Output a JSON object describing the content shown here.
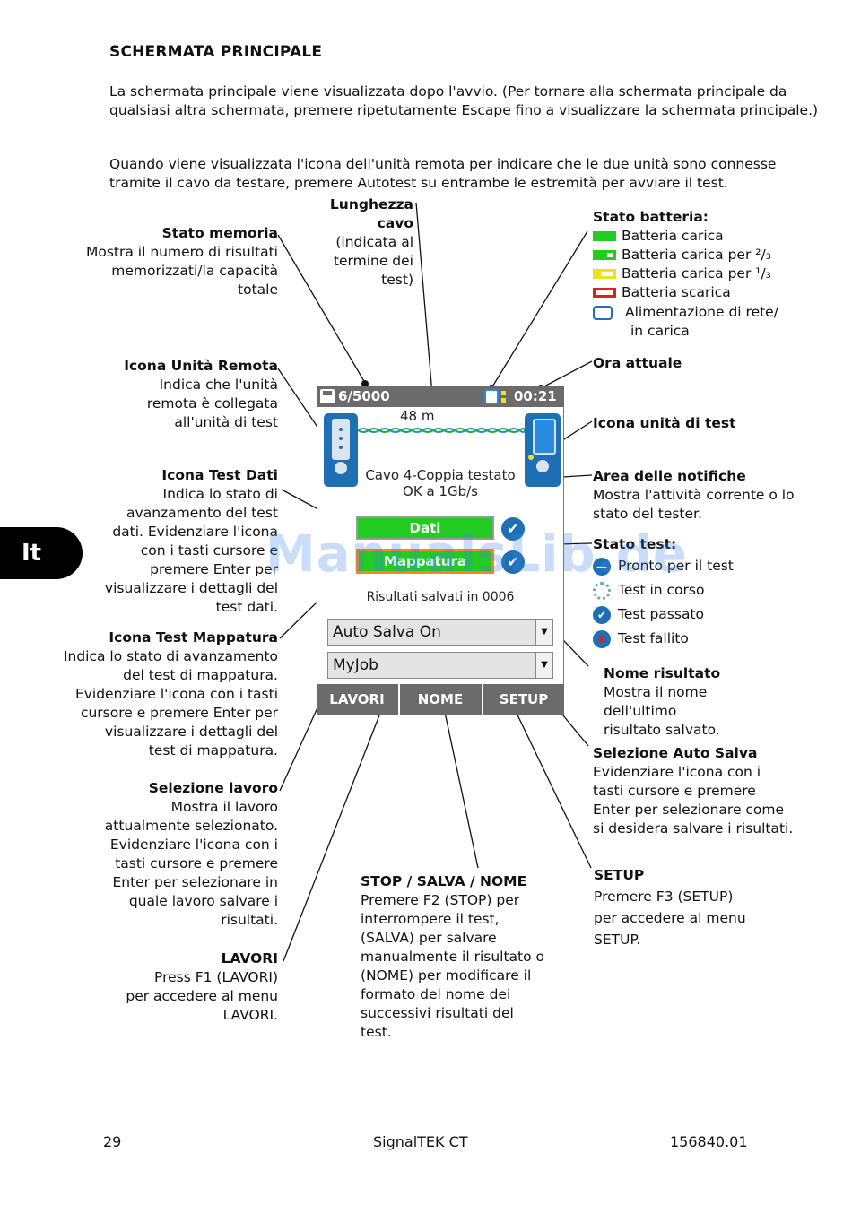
{
  "title": "SCHERMATA PRINCIPALE",
  "para1": "La schermata principale viene visualizzata dopo l'avvio. (Per tornare alla schermata principale da qualsiasi altra schermata, premere ripetutamente Escape fino a visualizzare la schermata principale.)",
  "para2": "Quando viene visualizzata l'icona dell'unità remota per indicare che le due unità sono connesse tramite il cavo da testare, premere Autotest su entrambe le estremità per avviare il test.",
  "lang_tab": "It",
  "watermark": "ManualsLib.de",
  "callouts_left": {
    "stato_memoria": {
      "heading": "Stato memoria",
      "lines": [
        "Mostra il numero di risultati",
        "memorizzati/la capacità",
        "totale"
      ]
    },
    "icona_remota": {
      "heading": "Icona Unità Remota",
      "lines": [
        "Indica che l'unità",
        "remota è collegata",
        "all'unità di test"
      ]
    },
    "icona_dati": {
      "heading": "Icona Test Dati",
      "lines": [
        "Indica lo stato di",
        "avanzamento del test",
        "dati. Evidenziare l'icona",
        "con i tasti cursore e",
        "premere Enter per",
        "visualizzare i dettagli del",
        "test dati."
      ]
    },
    "icona_mappatura": {
      "heading": "Icona Test Mappatura",
      "lines": [
        "Indica lo stato di avanzamento",
        "del test di mappatura.",
        "Evidenziare l'icona con i tasti",
        "cursore e premere Enter per",
        "visualizzare i dettagli del",
        "test di mappatura."
      ]
    },
    "selezione_lavoro": {
      "heading": "Selezione lavoro",
      "lines": [
        "Mostra il lavoro",
        "attualmente selezionato.",
        "Evidenziare l'icona con i",
        "tasti cursore e premere",
        "Enter per selezionare in",
        "quale lavoro salvare i",
        "risultati."
      ]
    },
    "lavori": {
      "heading": "LAVORI",
      "lines": [
        "Press F1 (LAVORI)",
        "per accedere al menu",
        "LAVORI."
      ]
    }
  },
  "lunghezza": {
    "heading_1": "Lunghezza",
    "heading_2": "cavo",
    "lines": [
      "(indicata al",
      "termine dei",
      "test)"
    ]
  },
  "stato_batteria": {
    "heading": "Stato batteria:",
    "items": [
      "Batteria carica",
      "Batteria carica per ²/₃",
      "Batteria carica per ¹/₃",
      "Batteria scarica",
      "Alimentazione di rete/",
      "in carica"
    ],
    "colors": {
      "full": "#22cc22",
      "two_thirds": "#22cc22",
      "one_third": "#f0e020",
      "empty": "#e02020",
      "mains": "#1f6fb5"
    }
  },
  "callouts_right": {
    "ora_attuale": {
      "heading": "Ora attuale"
    },
    "icona_unita_test": {
      "heading": "Icona unità di test"
    },
    "area_notifiche": {
      "heading": "Area delle notifiche",
      "lines": [
        "Mostra l'attività corrente o lo",
        "stato del tester."
      ]
    },
    "stato_test": {
      "heading": "Stato test:",
      "items": [
        "Pronto per il test",
        "Test in corso",
        "Test passato",
        "Test fallito"
      ]
    },
    "nome_risultato": {
      "heading": "Nome risultato",
      "lines": [
        "Mostra il nome",
        "dell'ultimo",
        "risultato salvato."
      ]
    },
    "selezione_auto_salva": {
      "heading": "Selezione Auto Salva",
      "lines": [
        "Evidenziare l'icona con i",
        "tasti cursore e premere",
        "Enter per selezionare come",
        "si desidera salvare i risultati."
      ]
    },
    "setup": {
      "heading": "SETUP",
      "lines": [
        "Premere F3 (SETUP)",
        "per accedere al menu",
        "SETUP."
      ]
    }
  },
  "stop_salva": {
    "heading": "STOP / SALVA / NOME",
    "lines": [
      "Premere F2 (STOP) per",
      "interrompere il test,",
      "(SALVA) per salvare",
      "manualmente il risultato o",
      "(NOME) per modificare il",
      "formato del nome dei",
      "successivi risultati del",
      "test."
    ]
  },
  "device": {
    "memory": "6/5000",
    "time": "00:21",
    "length": "48 m",
    "notification_1": "Cavo 4-Coppia testato",
    "notification_2": "OK a 1Gb/s",
    "btn_dati": "Dati",
    "btn_map": "Mappatura",
    "saved": "Risultati salvati in 0006",
    "auto_save": "Auto Salva On",
    "job": "MyJob",
    "softkeys": [
      "LAVORI",
      "NOME",
      "SETUP"
    ]
  },
  "footer": {
    "page": "29",
    "product": "SignalTEK CT",
    "code": "156840.01"
  }
}
